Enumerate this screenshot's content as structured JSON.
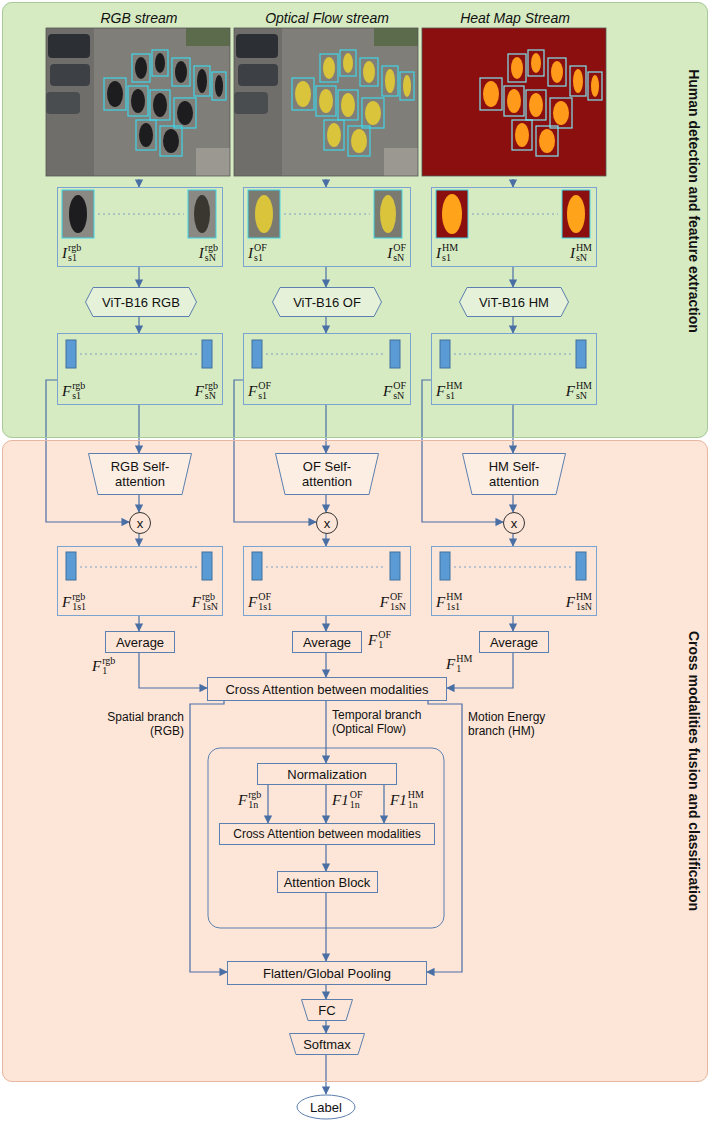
{
  "diagram": {
    "nodes": [
      {
        "text": [
          "Human detection and feature extraction"
        ]
      },
      {
        "text": [
          "RGB stream"
        ],
        "in": 0
      },
      {
        "text": [
          "Optical Flow stream"
        ],
        "in": 0
      },
      {
        "text": [
          "Heat Map Stream"
        ],
        "in": 0
      },
      {
        "text": [
          "I",
          "rgb",
          "s1",
          "I",
          "rgb",
          "sN"
        ],
        "in": 0
      },
      {
        "text": [
          "I",
          "OF",
          "s1",
          "I",
          "OF",
          "sN"
        ],
        "in": 0
      },
      {
        "text": [
          "I",
          "HM",
          "s1",
          "I",
          "HM",
          "sN"
        ],
        "in": 0
      },
      {
        "text": [
          "ViT-B16 RGB"
        ],
        "in": 0
      },
      {
        "text": [
          "ViT-B16 OF"
        ],
        "in": 0
      },
      {
        "text": [
          "ViT-B16 HM"
        ],
        "in": 0
      },
      {
        "text": [
          "F",
          "rgb",
          "s1",
          "F",
          "rgb",
          "sN"
        ],
        "in": 0
      },
      {
        "text": [
          "F",
          "OF",
          "s1",
          "F",
          "OF",
          "sN"
        ],
        "in": 0
      },
      {
        "text": [
          "F",
          "HM",
          "s1",
          "F",
          "HM",
          "sN"
        ],
        "in": 0
      },
      {
        "text": [
          "Cross modalities fusion and classification"
        ]
      },
      {
        "text": [
          "RGB Self-attention"
        ],
        "in": 13
      },
      {
        "text": [
          "OF Self-attention"
        ],
        "in": 13
      },
      {
        "text": [
          "HM Self-attention"
        ],
        "in": 13
      },
      {
        "text": [
          "x"
        ],
        "in": 13
      },
      {
        "text": [
          "x"
        ],
        "in": 13
      },
      {
        "text": [
          "x"
        ],
        "in": 13
      },
      {
        "text": [
          "F",
          "rgb",
          "1s1",
          "F",
          "rgb",
          "1sN"
        ],
        "in": 13
      },
      {
        "text": [
          "F",
          "OF",
          "1s1",
          "F",
          "OF",
          "1sN"
        ],
        "in": 13
      },
      {
        "text": [
          "F",
          "HM",
          "1s1",
          "F",
          "HM",
          "1sN"
        ],
        "in": 13
      },
      {
        "text": [
          "Average",
          "F",
          "rgb",
          "1"
        ],
        "in": 13
      },
      {
        "text": [
          "Average",
          "F",
          "OF",
          "1"
        ],
        "in": 13
      },
      {
        "text": [
          "Average",
          "F",
          "HM",
          "1"
        ],
        "in": 13
      },
      {
        "text": [
          "Cross Attention between modalities"
        ],
        "in": 13
      },
      {
        "text": [
          "Normalization"
        ],
        "in": 13
      },
      {
        "text": [
          "Cross Attention between modalities"
        ],
        "in": 13
      },
      {
        "text": [
          "Attention Block"
        ],
        "in": 13
      },
      {
        "text": [
          "Flatten/Global Pooling"
        ],
        "in": 13
      },
      {
        "text": [
          "FC"
        ],
        "in": 13
      },
      {
        "text": [
          "Softmax"
        ],
        "in": 13
      },
      {
        "text": [
          "Label"
        ]
      }
    ],
    "edges": [
      {
        "from": 1,
        "to": 4,
        "arrow": "to"
      },
      {
        "from": 2,
        "to": 5,
        "arrow": "to"
      },
      {
        "from": 3,
        "to": 6,
        "arrow": "to"
      },
      {
        "from": 4,
        "to": 7,
        "arrow": "to"
      },
      {
        "from": 5,
        "to": 8,
        "arrow": "to"
      },
      {
        "from": 6,
        "to": 9,
        "arrow": "to"
      },
      {
        "from": 7,
        "to": 10,
        "arrow": "to"
      },
      {
        "from": 8,
        "to": 11,
        "arrow": "to"
      },
      {
        "from": 9,
        "to": 12,
        "arrow": "to"
      },
      {
        "from": 10,
        "to": 14,
        "arrow": "to"
      },
      {
        "from": 11,
        "to": 15,
        "arrow": "to"
      },
      {
        "from": 12,
        "to": 16,
        "arrow": "to"
      },
      {
        "from": 14,
        "to": 17,
        "arrow": "to"
      },
      {
        "from": 15,
        "to": 18,
        "arrow": "to"
      },
      {
        "from": 16,
        "to": 19,
        "arrow": "to"
      },
      {
        "from": 10,
        "to": 17,
        "arrow": "to"
      },
      {
        "from": 11,
        "to": 18,
        "arrow": "to"
      },
      {
        "from": 12,
        "to": 19,
        "arrow": "to"
      },
      {
        "from": 17,
        "to": 20,
        "arrow": "to"
      },
      {
        "from": 18,
        "to": 21,
        "arrow": "to"
      },
      {
        "from": 19,
        "to": 22,
        "arrow": "to"
      },
      {
        "from": 20,
        "to": 23,
        "arrow": "to"
      },
      {
        "from": 21,
        "to": 24,
        "arrow": "to"
      },
      {
        "from": 22,
        "to": 25,
        "arrow": "to"
      },
      {
        "from": 23,
        "to": 26,
        "arrow": "to"
      },
      {
        "from": 24,
        "to": 26,
        "arrow": "to"
      },
      {
        "from": 25,
        "to": 26,
        "arrow": "to"
      },
      {
        "from": 26,
        "to": 27,
        "label": "Temporal branch (Optical Flow)",
        "arrow": "to"
      },
      {
        "from": 26,
        "to": 30,
        "label": "Spatial branch (RGB)",
        "arrow": "to"
      },
      {
        "from": 26,
        "to": 30,
        "label": "Motion Energy branch (HM)",
        "arrow": "to"
      },
      {
        "from": 27,
        "to": 28,
        "arrow": "to"
      },
      {
        "from": 27,
        "to": 28,
        "arrow": "to"
      },
      {
        "from": 27,
        "to": 28,
        "arrow": "to"
      },
      {
        "from": 28,
        "to": 29,
        "arrow": "to"
      },
      {
        "from": 29,
        "to": 30,
        "arrow": "to"
      },
      {
        "from": 30,
        "to": 31,
        "arrow": "to"
      },
      {
        "from": 31,
        "to": 32,
        "arrow": "to"
      },
      {
        "from": 32,
        "to": 33,
        "arrow": "to"
      }
    ],
    "labels": [
      "F",
      "rgb",
      "1n",
      "F1",
      "OF",
      "1n",
      "F1",
      "HM",
      "1n"
    ]
  }
}
